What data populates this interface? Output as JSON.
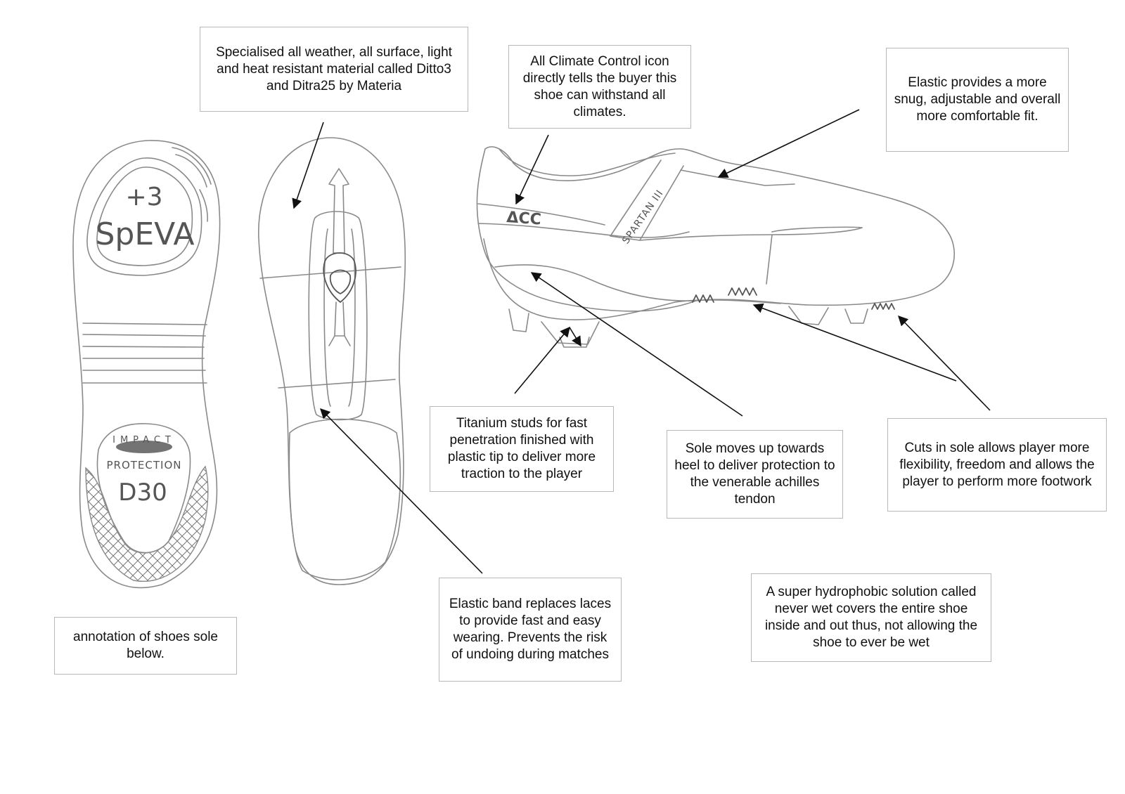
{
  "callouts": {
    "material": "Specialised all weather, all surface, light and heat resistant material called Ditto3 and Ditra25 by Materia",
    "climate_icon": "All Climate Control icon directly tells the buyer this shoe can withstand all climates.",
    "elastic_fit": "Elastic provides a more snug, adjustable and overall more comfortable fit.",
    "studs": "Titanium studs for fast penetration finished with plastic tip to deliver more traction to the player",
    "heel_sole": "Sole moves up towards heel to deliver protection to the venerable achilles tendon",
    "cuts": "Cuts in sole allows player more flexibility, freedom and allows the player to perform more footwork",
    "sole_note": "annotation of shoes sole below.",
    "elastic_band": "Elastic band replaces laces to provide fast and easy wearing. Prevents the risk of undoing during matches",
    "hydrophobic": "A super hydrophobic solution called never wet covers the entire shoe inside and out thus, not allowing the shoe to ever be wet"
  },
  "sole_labels": {
    "plus": "+3",
    "speva": "SpEVA",
    "impact": "IMPACT",
    "protection": "PROTECTION",
    "d30": "D30"
  },
  "shoe_labels": {
    "acc": "ΔCC",
    "model": "SPARTAN III"
  }
}
